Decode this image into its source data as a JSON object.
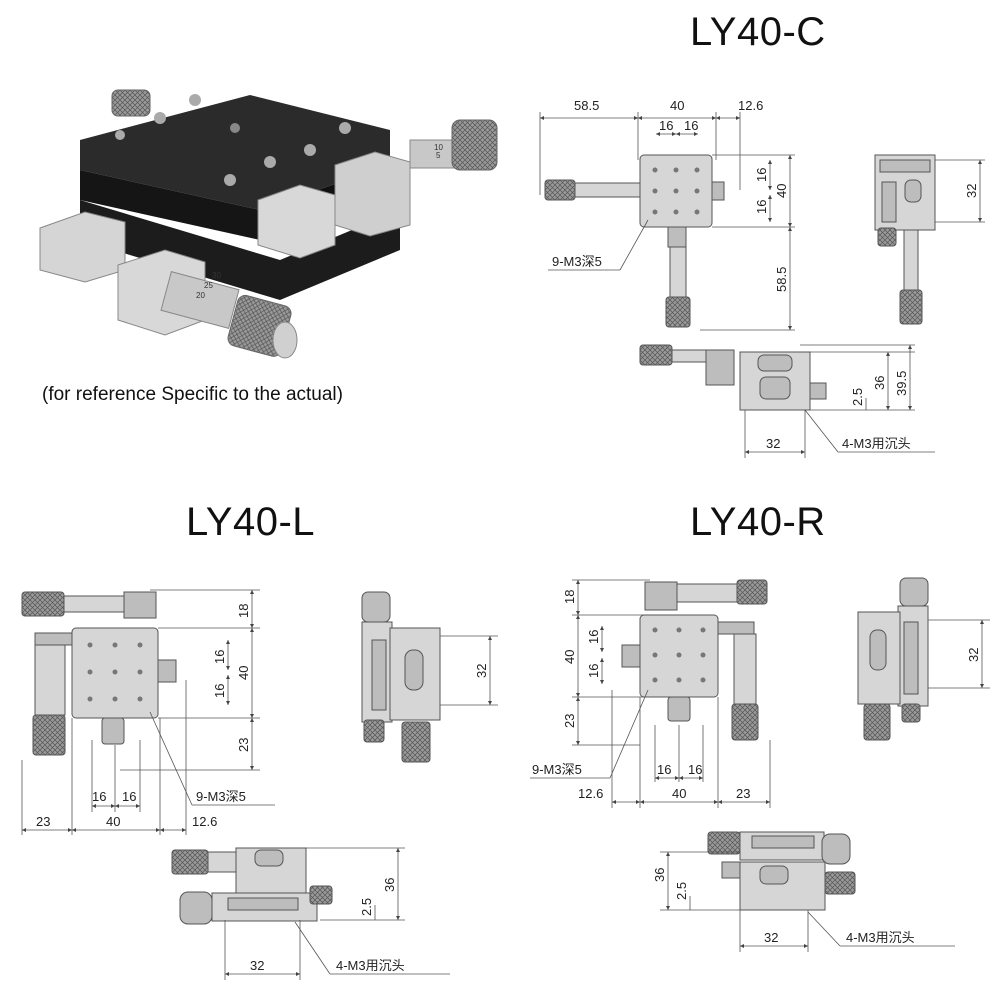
{
  "titles": {
    "c": "LY40-C",
    "l": "LY40-L",
    "r": "LY40-R"
  },
  "caption": "(for reference Specific to the actual)",
  "photo": {
    "scale_numbers": [
      "5",
      "10",
      "20",
      "25",
      "30"
    ]
  },
  "c_dims": {
    "d58_5_top": "58.5",
    "d40_top": "40",
    "d12_6": "12.6",
    "d16_a": "16",
    "d16_b": "16",
    "d16_right_a": "16",
    "d40_right": "40",
    "d16_right_b": "16",
    "d58_5_down": "58.5",
    "d32_side": "32",
    "hole_note": "9-M3深5",
    "d36": "36",
    "d39_5": "39.5",
    "d2_5": "2.5",
    "d32_bottom": "32",
    "cs_note": "4-M3用沉头"
  },
  "l_dims": {
    "d18": "18",
    "d16_a": "16",
    "d40": "40",
    "d16_b": "16",
    "d23_v": "23",
    "d32_side": "32",
    "d16_c": "16",
    "d16_d": "16",
    "hole_note": "9-M3深5",
    "d23_h": "23",
    "d40_h": "40",
    "d12_6": "12.6",
    "d36": "36",
    "d2_5": "2.5",
    "d32_bottom": "32",
    "cs_note": "4-M3用沉头"
  },
  "r_dims": {
    "d18": "18",
    "d16_a": "16",
    "d40": "40",
    "d16_b": "16",
    "d23_v": "23",
    "d32_side": "32",
    "hole_note": "9-M3深5",
    "d16_c": "16",
    "d16_d": "16",
    "d12_6": "12.6",
    "d40_h": "40",
    "d23_h": "23",
    "d36": "36",
    "d2_5": "2.5",
    "d32_bottom": "32",
    "cs_note": "4-M3用沉头"
  }
}
